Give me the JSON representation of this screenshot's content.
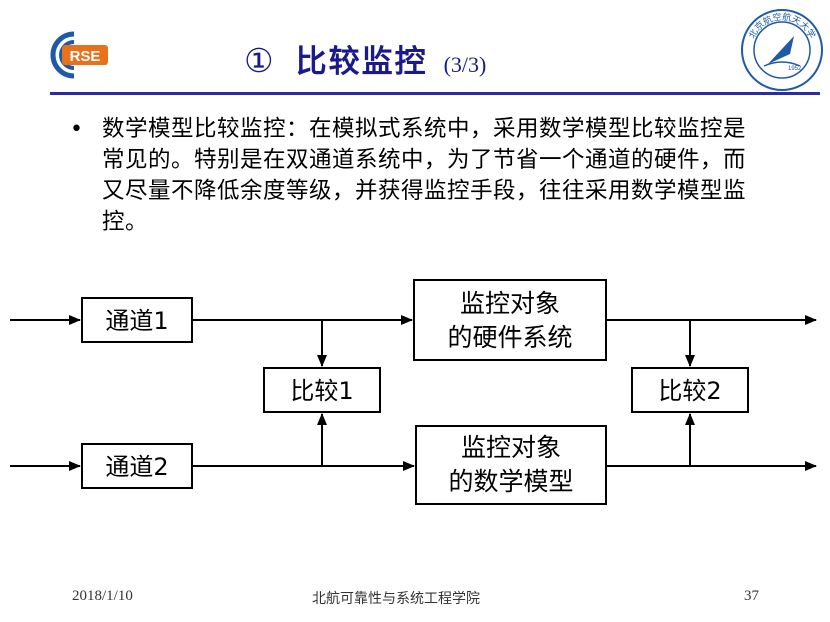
{
  "header": {
    "logo_text": "RSE",
    "title_number": "①",
    "title_text": "比较监控",
    "title_page": "(3/3)",
    "university_seal_text": "北京航空航天大学",
    "university_seal_year": "1952"
  },
  "bullet": {
    "text": "数学模型比较监控：在模拟式系统中，采用数学模型比较监控是常见的。特别是在双通道系统中，为了节省一个通道的硬件，而又尽量不降低余度等级，并获得监控手段，往往采用数学模型监控。"
  },
  "diagram": {
    "channel1": "通道1",
    "channel2": "通道2",
    "hardware_line1": "监控对象",
    "hardware_line2": "的硬件系统",
    "model_line1": "监控对象",
    "model_line2": "的数学模型",
    "compare1": "比较1",
    "compare2": "比较2"
  },
  "footer": {
    "date": "2018/1/10",
    "org": "北航可靠性与系统工程学院",
    "page": "37"
  },
  "colors": {
    "title": "#1a1a8a",
    "rule": "#2b2ba8",
    "logo_blue": "#1f5aa8",
    "logo_orange": "#e8711c"
  }
}
